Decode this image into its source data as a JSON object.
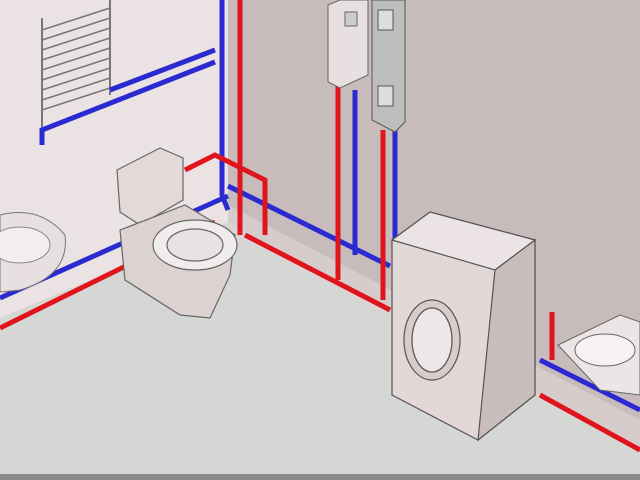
{
  "colors": {
    "hot_pipe": "#e0141c",
    "cold_pipe": "#2a2ad0",
    "left_wall": "#ebe3e3",
    "right_wall": "#c8bbbb",
    "floor": "#d5d7d5",
    "fixture": "#e6dcdc",
    "bottom_bar": "#8a8a8a"
  },
  "fixtures": [
    "towel-radiator",
    "sink-left",
    "toilet",
    "water-heater",
    "electrical-panel",
    "washing-machine",
    "sink-right"
  ]
}
